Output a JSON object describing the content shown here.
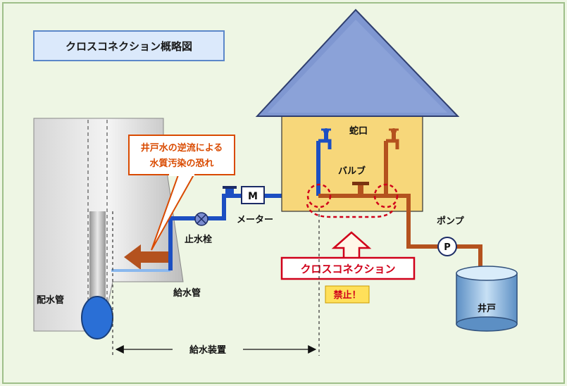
{
  "title": "クロスコネクション概略図",
  "warning": {
    "line1": "井戸水の逆流による",
    "line2": "水質汚染の恐れ"
  },
  "labels": {
    "faucet": "蛇口",
    "valve": "バルブ",
    "meter_symbol": "M",
    "meter": "メーター",
    "stop_valve": "止水栓",
    "pump": "ポンプ",
    "pump_symbol": "P",
    "supply_pipe": "給水管",
    "main_pipe": "配水管",
    "supply_device": "給水装置",
    "well": "井戸"
  },
  "cross_connection": "クロスコネクション",
  "forbidden": "禁止！",
  "colors": {
    "city_water": "#1c4fc2",
    "well_water": "#b4521e",
    "roof": "#7f97d1",
    "house_wall": "#f7d77a",
    "warning_red": "#d0001a",
    "title_bg": "#dbe9fb"
  }
}
